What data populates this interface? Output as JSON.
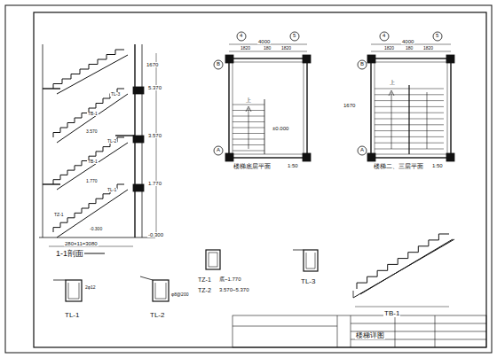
{
  "diagram": {
    "labels": [
      "1-1剖面",
      "楼梯底层平面",
      "1:50",
      "楼梯二、三层平面",
      "1:50",
      "TL-1",
      "TL-2",
      "TZ-1",
      "底~1.770",
      "TZ-2",
      "3.570~5.370",
      "TL-3",
      "TB-1",
      "4000",
      "1820",
      "180",
      "1820",
      "4000",
      "1820",
      "180",
      "1820",
      "4",
      "5",
      "B",
      "A",
      "4",
      "5",
      "B",
      "A",
      "±0.000",
      "上",
      "上",
      "-0.300",
      "1.770",
      "3.570",
      "5.370",
      "280×11=3080",
      "1670",
      "-0.300",
      "1.770",
      "3.570",
      "1670",
      "TL-1",
      "TL-2",
      "TZ-1",
      "TB-1",
      "TB-1",
      "TL-3",
      "2φ12",
      "φ8@200",
      "楼梯详图"
    ]
  }
}
